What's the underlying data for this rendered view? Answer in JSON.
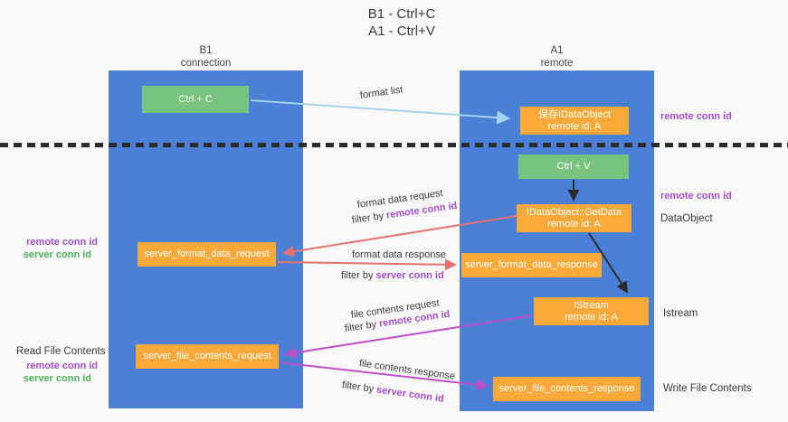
{
  "title": {
    "line1": "B1 - Ctrl+C",
    "line2": "A1 - Ctrl+V"
  },
  "columns": {
    "left": {
      "name": "B1",
      "role": "connection"
    },
    "right": {
      "name": "A1",
      "role": "remote"
    }
  },
  "nodes": {
    "ctrl_c": "Ctrl + C",
    "ctrl_v": "Ctrl + V",
    "save_idataobject": {
      "title": "保存IDataObject",
      "subtitle": "remote id: A"
    },
    "getdata": {
      "title": "IDataObject::GetData",
      "subtitle": "remote id: A"
    },
    "istream": {
      "title": "IStream",
      "subtitle": "remote id: A"
    },
    "server_format_data_request": "server_format_data_request",
    "server_format_data_response": "server_format_data_response",
    "server_file_contents_request": "server_file_contents_request",
    "server_file_contents_response": "server_file_contents_response"
  },
  "labels": {
    "format_list": "format list",
    "format_data_request": "format data request",
    "format_data_response": "format data response",
    "file_contents_request": "file contents request",
    "file_contents_response": "file contents response",
    "filter_by": "filter by ",
    "remote_conn_id": "remote conn id",
    "server_conn_id": "server conn id",
    "dataobject": "DataObject",
    "istream": "Istream",
    "read_file_contents": "Read File Contents",
    "write_file_contents": "Write File Contents"
  },
  "colors": {
    "column_blue": "#4a80d5",
    "node_green": "#79c37e",
    "node_orange": "#f8a939",
    "arrow_lightblue": "#a5d3f0",
    "arrow_red": "#e87272",
    "arrow_magenta": "#bf4fc8",
    "arrow_black": "#2b2b2b",
    "text_purple": "#a64dd1",
    "text_green": "#4db05a"
  }
}
